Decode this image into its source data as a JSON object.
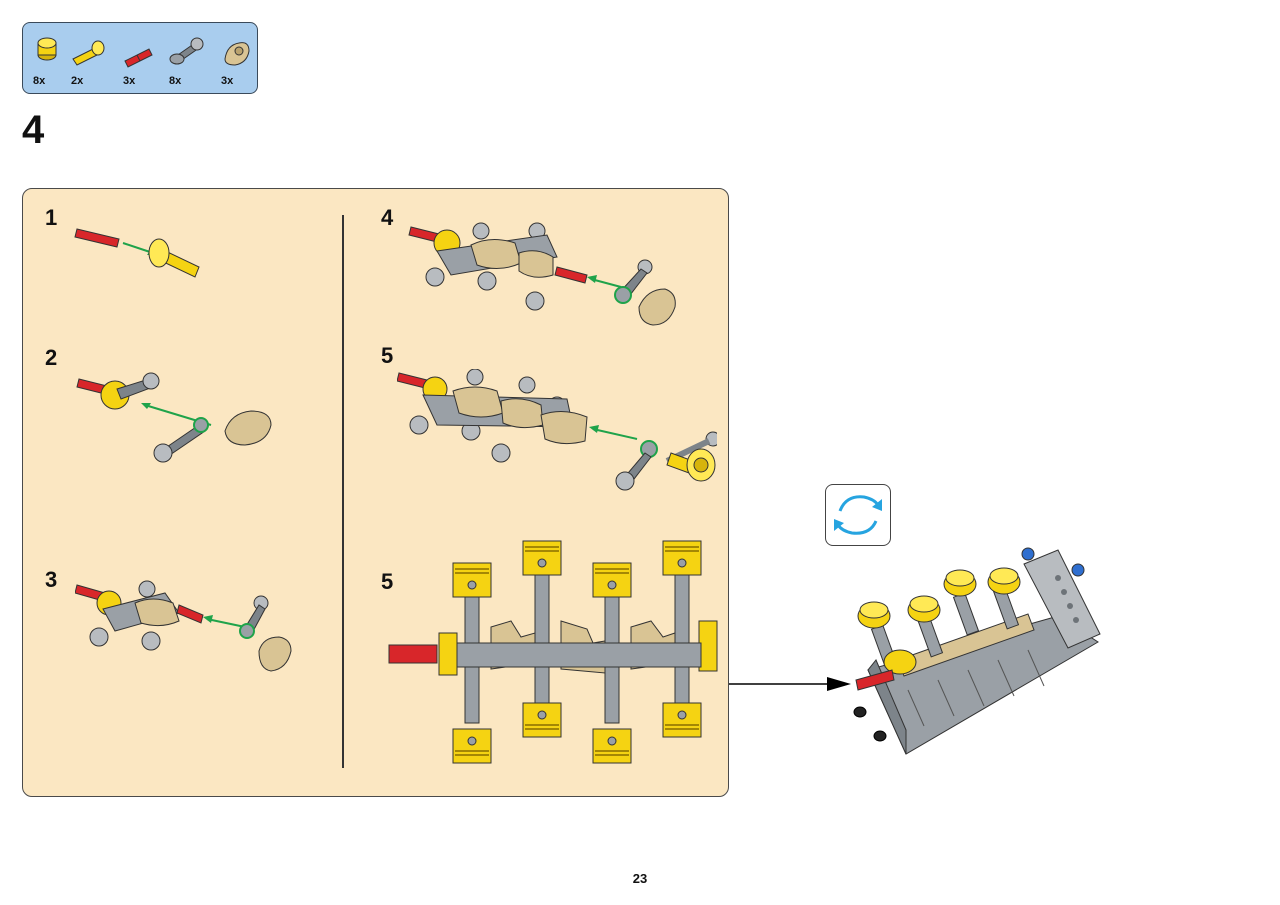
{
  "parts_list": [
    {
      "icon": "yellow-piston-icon",
      "qty": "8x"
    },
    {
      "icon": "yellow-axle-connector-icon",
      "qty": "2x"
    },
    {
      "icon": "red-axle-pin-icon",
      "qty": "3x"
    },
    {
      "icon": "gray-connecting-rod-icon",
      "qty": "8x"
    },
    {
      "icon": "tan-crank-icon",
      "qty": "3x"
    }
  ],
  "step": {
    "number": "4"
  },
  "substeps": [
    {
      "number": "1"
    },
    {
      "number": "2"
    },
    {
      "number": "3"
    },
    {
      "number": "4"
    },
    {
      "number": "5"
    },
    {
      "number": "5"
    }
  ],
  "page": {
    "number": "23"
  },
  "colors": {
    "panel": "#fbe7c2",
    "parts_box": "#a9cdee",
    "yellow": "#f5d312",
    "red": "#d8262a",
    "gray": "#9aa0a6",
    "tan": "#d9c494",
    "arrow_green": "#1fa34a",
    "rotate_blue": "#26a4e0"
  }
}
